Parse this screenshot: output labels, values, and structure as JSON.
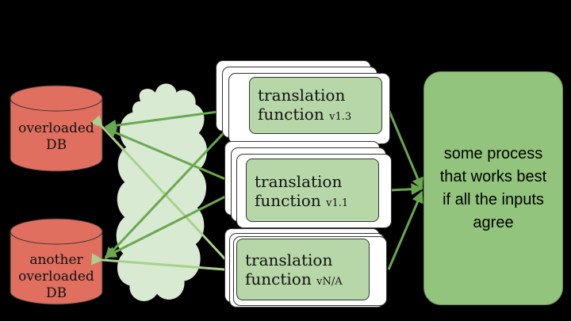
{
  "databases": [
    {
      "label_lines": [
        "overloaded",
        "DB"
      ],
      "color": "#e06f5f"
    },
    {
      "label_lines": [
        "another",
        "overloaded",
        "DB"
      ],
      "color": "#e06f5f"
    }
  ],
  "functions": [
    {
      "label": "translation",
      "label2": "function",
      "version": "v1.3"
    },
    {
      "label": "translation",
      "label2": "function",
      "version": "v1.1"
    },
    {
      "label": "translation",
      "label2": "function",
      "version": "vN/A"
    }
  ],
  "process": {
    "label": "some process that works best if all the inputs agree",
    "color": "#93c47d"
  },
  "colors": {
    "function_fill": "#b7d7a8",
    "cloud_fill": "#d9ead3",
    "arrow_dark": "#6aa84f",
    "arrow_light": "#a9d18e"
  }
}
